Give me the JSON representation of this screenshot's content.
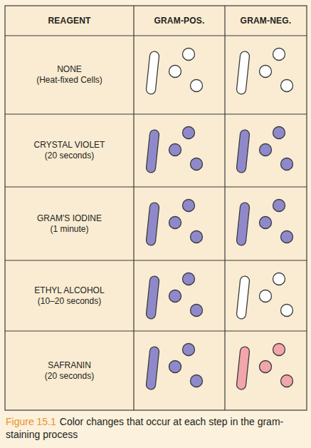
{
  "diagram": {
    "caption": "Color changes that occur at each step in the gram-staining process",
    "labels": [
      "REAGENT",
      "GRAM-POS.",
      "GRAM-NEG.",
      "NONE",
      "(Heat-fixed Cells)",
      "CRYSTAL VIOLET",
      "(20 seconds)",
      "GRAM'S IODINE",
      "(1 minute)",
      "ETHYL ALCOHOL",
      "(10–20 seconds)",
      "SAFRANIN",
      "(20 seconds)",
      "Figure 15.1"
    ]
  }
}
